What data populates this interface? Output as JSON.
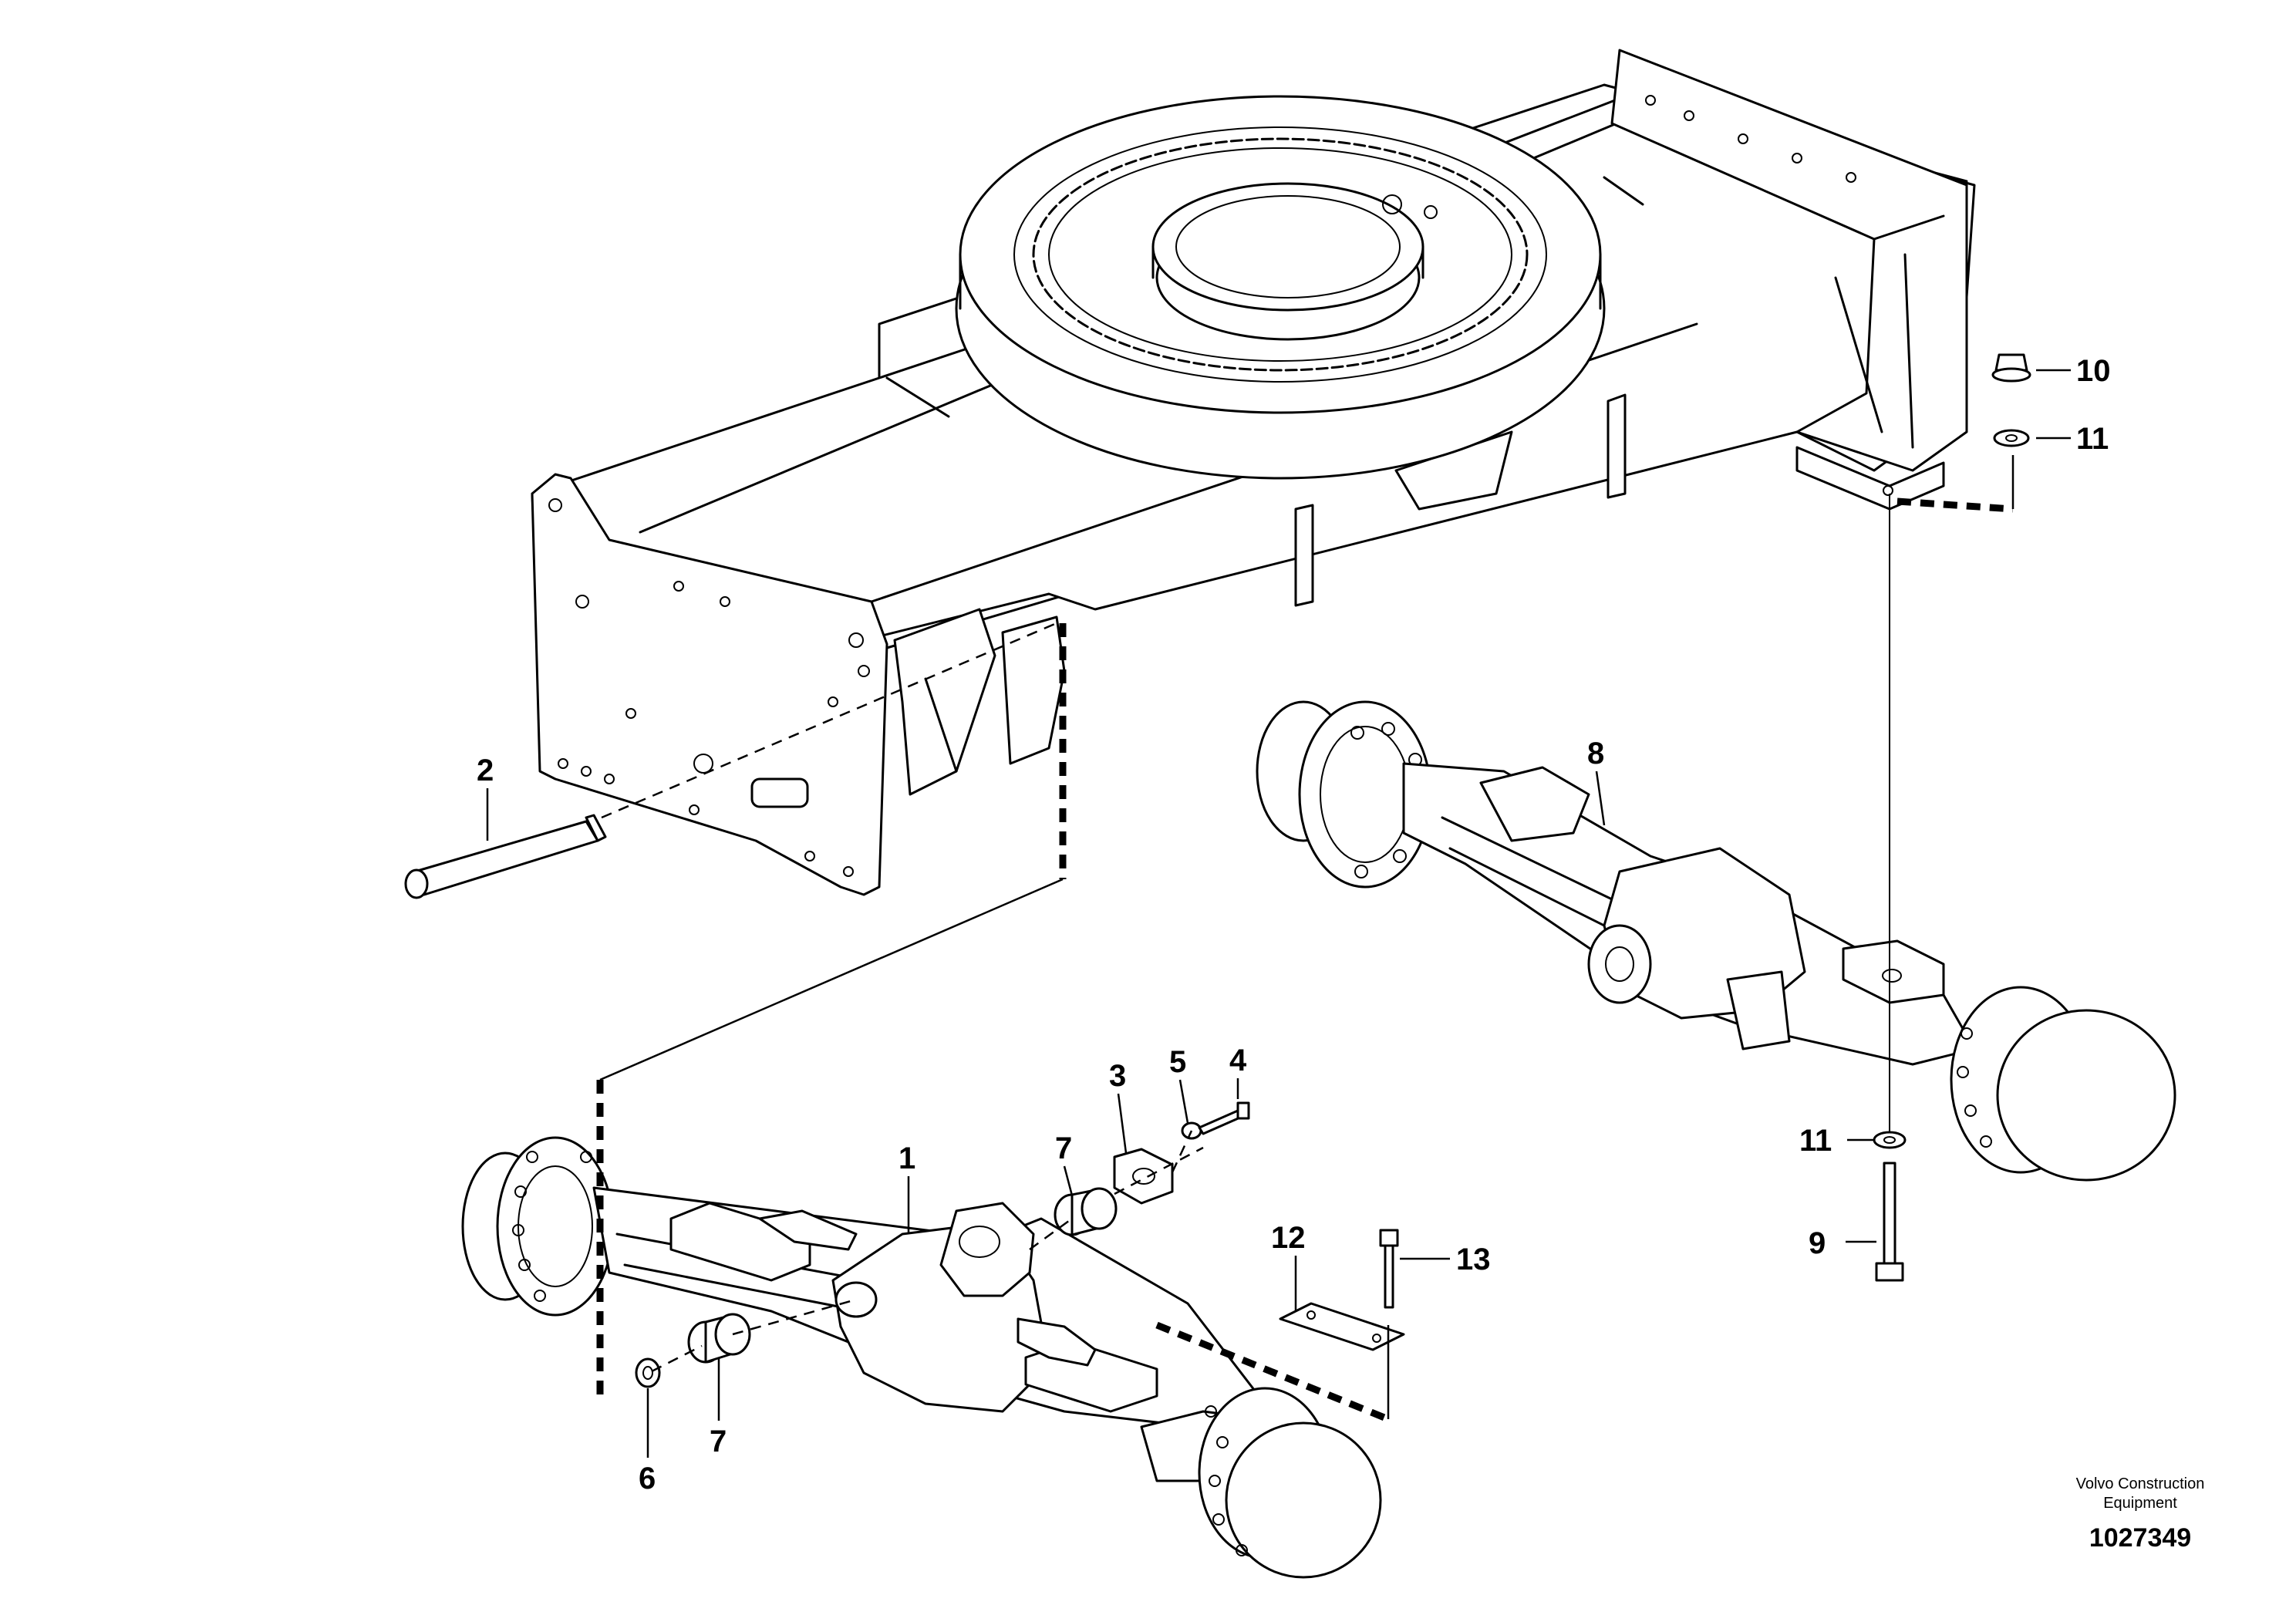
{
  "callouts": [
    {
      "id": "c1",
      "label": "1"
    },
    {
      "id": "c2",
      "label": "2"
    },
    {
      "id": "c3",
      "label": "3"
    },
    {
      "id": "c4",
      "label": "4"
    },
    {
      "id": "c5",
      "label": "5"
    },
    {
      "id": "c6",
      "label": "6"
    },
    {
      "id": "c7a",
      "label": "7"
    },
    {
      "id": "c7b",
      "label": "7"
    },
    {
      "id": "c8",
      "label": "8"
    },
    {
      "id": "c9",
      "label": "9"
    },
    {
      "id": "c10",
      "label": "10"
    },
    {
      "id": "c11a",
      "label": "11"
    },
    {
      "id": "c11b",
      "label": "11"
    },
    {
      "id": "c12",
      "label": "12"
    },
    {
      "id": "c13",
      "label": "13"
    }
  ],
  "footer": {
    "company_line1": "Volvo Construction",
    "company_line2": "Equipment",
    "drawing_number": "1027349"
  },
  "colors": {
    "line": "#000000",
    "background": "#ffffff"
  }
}
